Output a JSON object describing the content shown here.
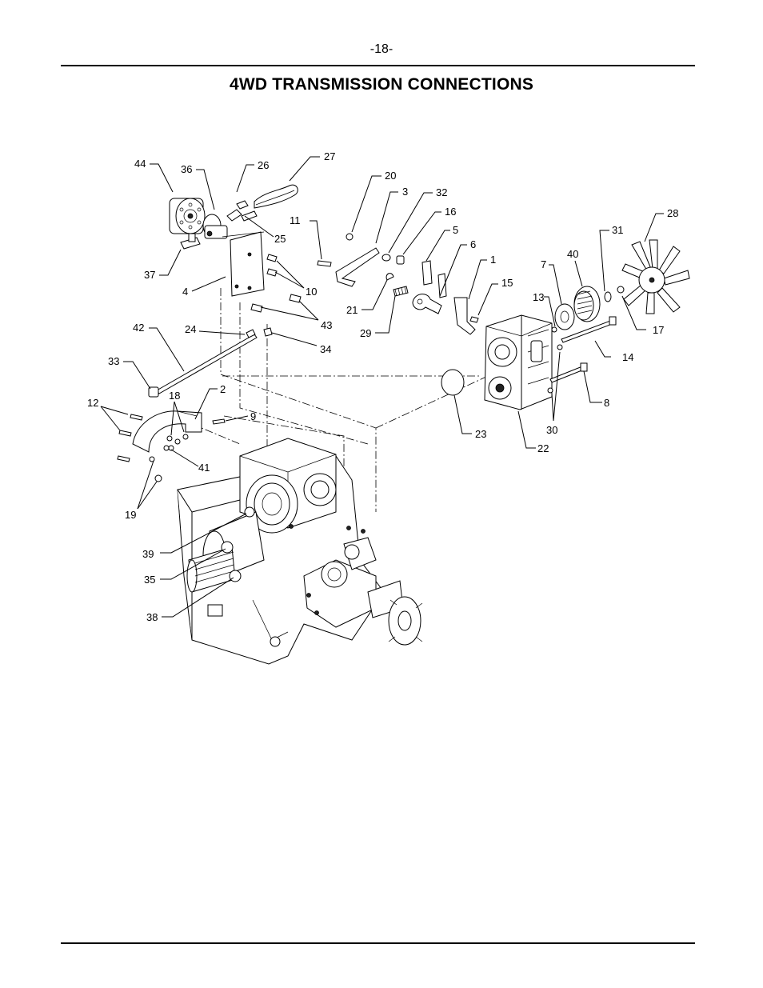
{
  "page": {
    "number": "-18-"
  },
  "title": "4WD TRANSMISSION CONNECTIONS",
  "callouts": [
    {
      "id": "44",
      "label": "44"
    },
    {
      "id": "36",
      "label": "36"
    },
    {
      "id": "26",
      "label": "26"
    },
    {
      "id": "27",
      "label": "27"
    },
    {
      "id": "20",
      "label": "20"
    },
    {
      "id": "3",
      "label": "3"
    },
    {
      "id": "32",
      "label": "32"
    },
    {
      "id": "16",
      "label": "16"
    },
    {
      "id": "11",
      "label": "11"
    },
    {
      "id": "5",
      "label": "5"
    },
    {
      "id": "25",
      "label": "25"
    },
    {
      "id": "6",
      "label": "6"
    },
    {
      "id": "28",
      "label": "28"
    },
    {
      "id": "31",
      "label": "31"
    },
    {
      "id": "40",
      "label": "40"
    },
    {
      "id": "7",
      "label": "7"
    },
    {
      "id": "1",
      "label": "1"
    },
    {
      "id": "15",
      "label": "15"
    },
    {
      "id": "13",
      "label": "13"
    },
    {
      "id": "37",
      "label": "37"
    },
    {
      "id": "4",
      "label": "4"
    },
    {
      "id": "10",
      "label": "10"
    },
    {
      "id": "21",
      "label": "21"
    },
    {
      "id": "29",
      "label": "29"
    },
    {
      "id": "43",
      "label": "43"
    },
    {
      "id": "17",
      "label": "17"
    },
    {
      "id": "42",
      "label": "42"
    },
    {
      "id": "24",
      "label": "24"
    },
    {
      "id": "34",
      "label": "34"
    },
    {
      "id": "14",
      "label": "14"
    },
    {
      "id": "33",
      "label": "33"
    },
    {
      "id": "2",
      "label": "2"
    },
    {
      "id": "18",
      "label": "18"
    },
    {
      "id": "12",
      "label": "12"
    },
    {
      "id": "9",
      "label": "9"
    },
    {
      "id": "8",
      "label": "8"
    },
    {
      "id": "30",
      "label": "30"
    },
    {
      "id": "23",
      "label": "23"
    },
    {
      "id": "22",
      "label": "22"
    },
    {
      "id": "41",
      "label": "41"
    },
    {
      "id": "19",
      "label": "19"
    },
    {
      "id": "39",
      "label": "39"
    },
    {
      "id": "35",
      "label": "35"
    },
    {
      "id": "38",
      "label": "38"
    }
  ]
}
